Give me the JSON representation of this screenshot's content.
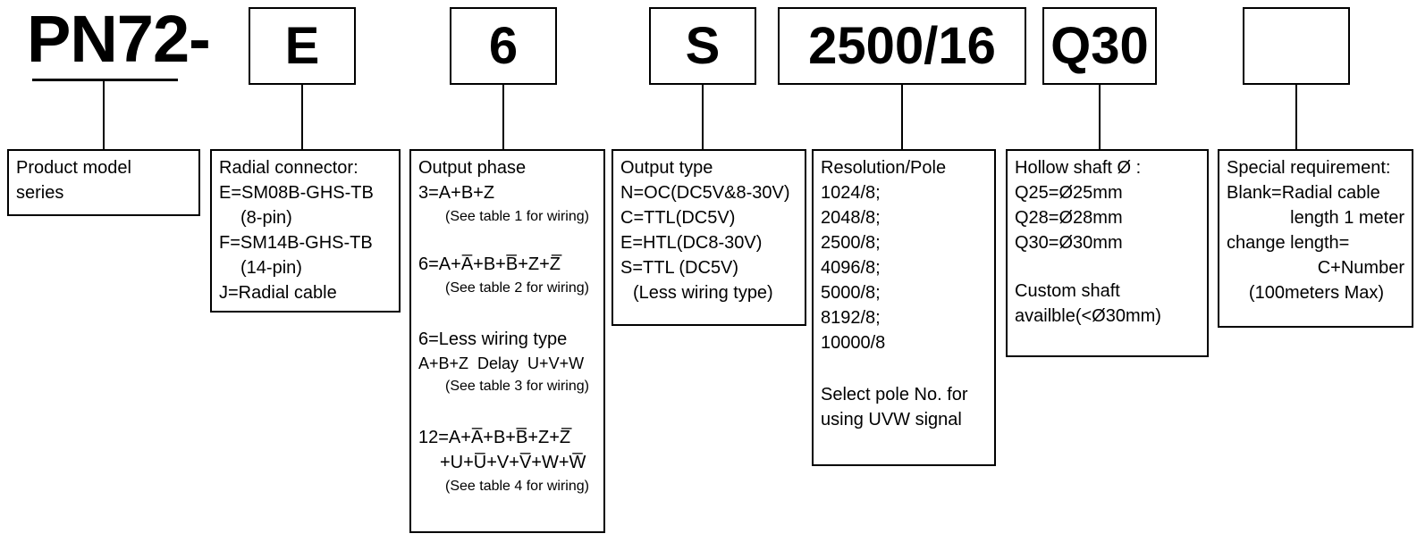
{
  "title_code": {
    "prefix": "PN72-",
    "segments": {
      "connector": "E",
      "phase": "6",
      "output_type": "S",
      "resolution_pole": "2500/16",
      "hollow_shaft": "Q30",
      "special": ""
    }
  },
  "boxes": {
    "product_model": {
      "lines": [
        "Product model",
        "series"
      ]
    },
    "radial_connector": {
      "lines": [
        "Radial connector:",
        "E=SM08B-GHS-TB",
        "(8-pin)",
        "F=SM14B-GHS-TB",
        "(14-pin)",
        "J=Radial cable"
      ]
    },
    "output_phase": {
      "lines": [
        "Output phase",
        "3=A+B+Z",
        "(See table 1 for wiring)",
        "",
        "6=A+A̅+B+B̅+Z+Z̅",
        "(See table 2 for wiring)",
        "",
        "6=Less wiring type",
        "A+B+Z  Delay  U+V+W",
        "(See table 3 for wiring)",
        "",
        "12=A+A̅+B+B̅+Z+Z̅",
        "+U+U̅+V+V̅+W+W̅",
        "(See table 4 for wiring)"
      ]
    },
    "output_type": {
      "lines": [
        "Output type",
        "N=OC(DC5V&8-30V)",
        "C=TTL(DC5V)",
        "E=HTL(DC8-30V)",
        "S=TTL (DC5V)",
        "(Less wiring type)"
      ]
    },
    "resolution_pole": {
      "lines": [
        "Resolution/Pole",
        "1024/8;",
        "2048/8;",
        "2500/8;",
        "4096/8;",
        "5000/8;",
        "8192/8;",
        "10000/8",
        "",
        "Select pole No. for",
        "using UVW signal"
      ]
    },
    "hollow_shaft": {
      "lines": [
        "Hollow shaft Ø :",
        "Q25=Ø25mm",
        "Q28=Ø28mm",
        "Q30=Ø30mm",
        "",
        "Custom shaft",
        "availble(<Ø30mm)"
      ]
    },
    "special_requirement": {
      "lines": [
        "Special requirement:",
        "Blank=Radial cable",
        "length 1 meter",
        "change length=",
        "C+Number",
        "(100meters Max)"
      ]
    }
  },
  "colors": {
    "ink": "#000000",
    "background": "#ffffff"
  }
}
